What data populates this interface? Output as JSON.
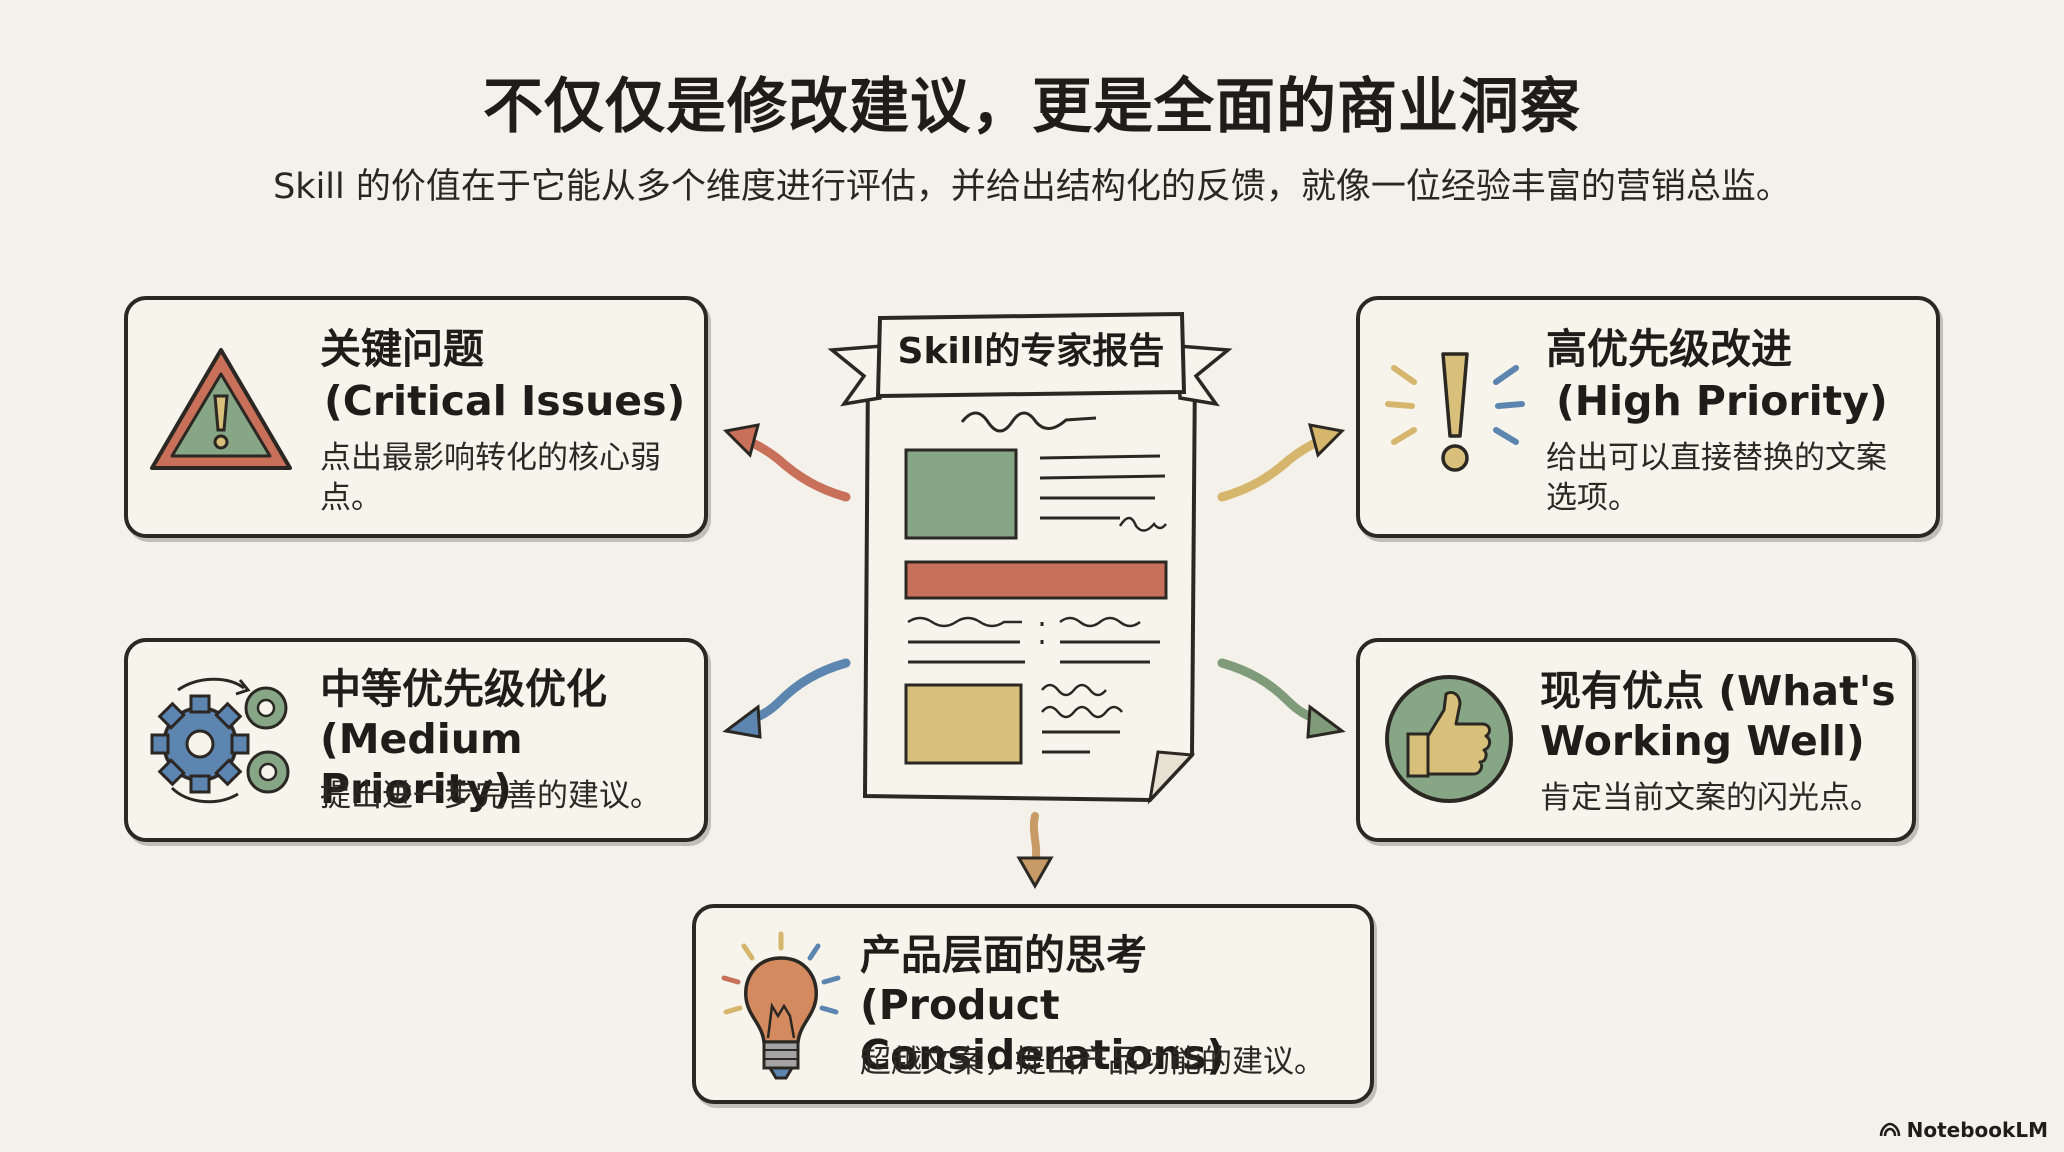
{
  "title": "不仅仅是修改建议，更是全面的商业洞察",
  "subtitle": "Skill 的价值在于它能从多个维度进行评估，并给出结构化的反馈，就像一位经验丰富的营销总监。",
  "center": {
    "banner": "Skill的专家报告"
  },
  "cards": {
    "critical": {
      "title_cn": "关键问题",
      "title_en": "(Critical Issues)",
      "desc": "点出最影响转化的核心弱点。",
      "icon": "warning-triangle-icon"
    },
    "high": {
      "title_cn": "高优先级改进",
      "title_en": "(High Priority)",
      "desc": "给出可以直接替换的文案选项。",
      "icon": "exclamation-icon"
    },
    "medium": {
      "title_cn": "中等优先级优化",
      "title_en": "(Medium Priority)",
      "desc": "提出进一步完善的建议。",
      "icon": "gears-icon"
    },
    "working": {
      "title_l1": "现有优点 (What's",
      "title_l2": "Working Well)",
      "desc": "肯定当前文案的闪光点。",
      "icon": "thumbs-up-icon"
    },
    "product": {
      "title_cn": "产品层面的思考",
      "title_en": "(Product Considerations)",
      "desc": "超越文案，提出产品功能的建议。",
      "icon": "lightbulb-icon"
    }
  },
  "colors": {
    "red": "#c8705a",
    "green": "#86a685",
    "yellow": "#d8c07a",
    "blue": "#5c86b0",
    "ink": "#2b2824",
    "paper": "#f4f1ea"
  },
  "logo": {
    "text": "NotebookLM"
  }
}
